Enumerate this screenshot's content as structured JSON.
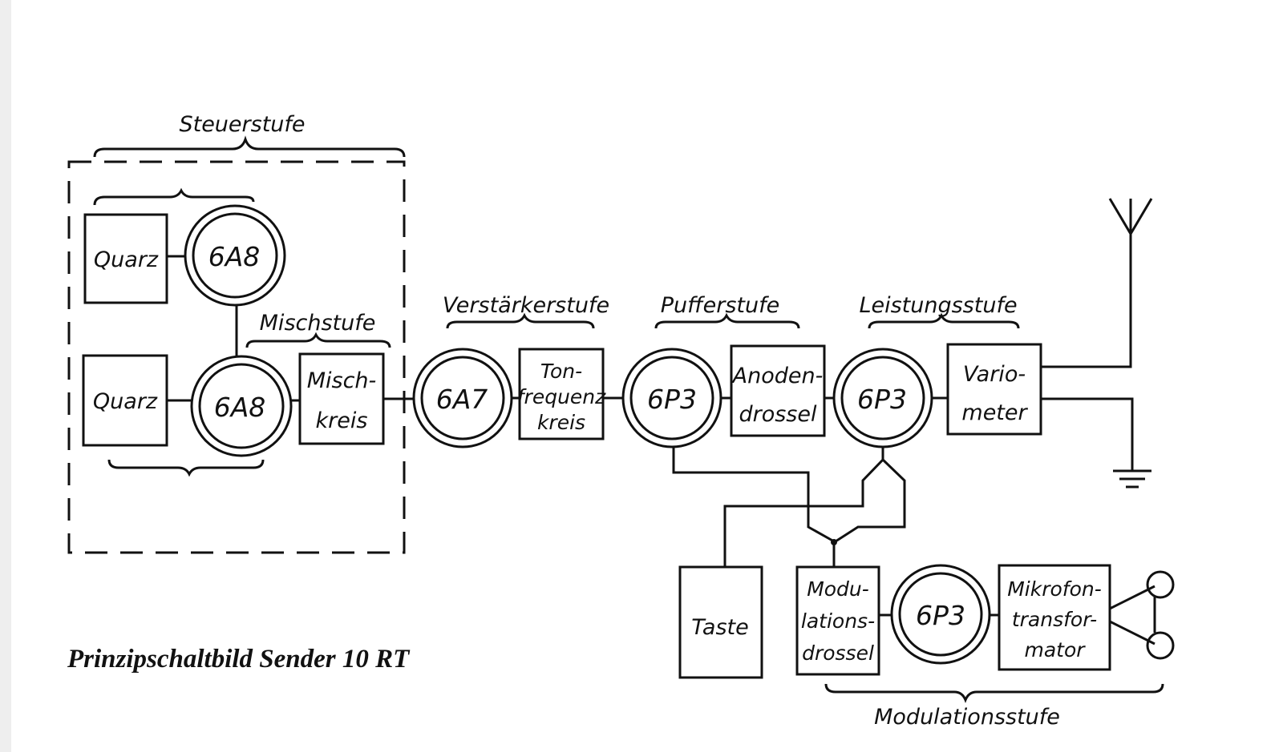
{
  "diagram": {
    "caption": "Prinzipschaltbild Sender 10 RT",
    "stages": {
      "steuerstufe": "Steuerstufe",
      "mischstufe": "Mischstufe",
      "verstaerkerstufe": "Verstärkerstufe",
      "pufferstufe": "Pufferstufe",
      "leistungsstufe": "Leistungsstufe",
      "modulationsstufe": "Modulationsstufe"
    },
    "tubes": {
      "osc_top": "6A8",
      "mixer": "6A8",
      "amplifier": "6A7",
      "buffer": "6P3",
      "power": "6P3",
      "modulator": "6P3"
    },
    "blocks": {
      "quarz_top": [
        "Quarz"
      ],
      "quarz_bottom": [
        "Quarz"
      ],
      "mischkreis": [
        "Misch-",
        "kreis"
      ],
      "tonfrequenzkreis": [
        "Ton-",
        "frequenz",
        "kreis"
      ],
      "anodendrossel": [
        "Anoden-",
        "drossel"
      ],
      "variometer": [
        "Vario-",
        "meter"
      ],
      "taste": [
        "Taste"
      ],
      "modulationsdrossel": [
        "Modu-",
        "lations-",
        "drossel"
      ],
      "mikrofontransformator": [
        "Mikrofon-",
        "transfor-",
        "mator"
      ]
    }
  }
}
